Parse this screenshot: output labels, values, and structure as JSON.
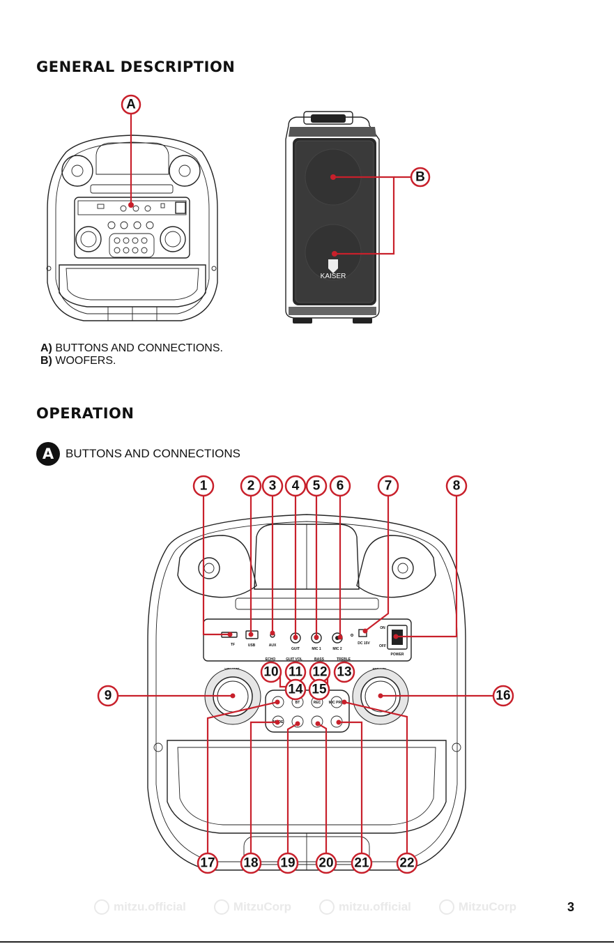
{
  "general": {
    "title": "GENERAL DESCRIPTION",
    "callout_a": "A",
    "callout_b": "B",
    "brand": "KAISER",
    "legend": [
      {
        "key": "A)",
        "text": "BUTTONS AND CONNECTIONS."
      },
      {
        "key": "B)",
        "text": "WOOFERS."
      }
    ]
  },
  "operation": {
    "title": "OPERATION",
    "section_badge": "A",
    "section_label": "BUTTONS AND CONNECTIONS",
    "callouts": [
      "1",
      "2",
      "3",
      "4",
      "5",
      "6",
      "7",
      "8",
      "9",
      "10",
      "11",
      "12",
      "13",
      "14",
      "15",
      "16",
      "17",
      "18",
      "19",
      "20",
      "21",
      "22"
    ],
    "panel_labels": {
      "tf": "TF",
      "usb": "USB",
      "aux": "AUX",
      "guit": "GUIT",
      "mic1": "MIC 1",
      "mic2": "MIC 2",
      "dc": "DC 15V",
      "power": "POWER",
      "on": "ON",
      "off": "OFF",
      "volume": "VOLUME",
      "echo": "ECHO",
      "guit_vol": "GUIT VOL",
      "bass": "BASS",
      "treble": "TREBLE",
      "mic_vol": "MIC VOL",
      "bt": "BT",
      "rec": "REC",
      "mic_prio": "MIC PRIO",
      "mode": "MODE"
    }
  },
  "footer": {
    "watermarks": [
      "mitzu.official",
      "MitzuCorp",
      "mitzu.official",
      "MitzuCorp"
    ],
    "page_number": "3"
  },
  "colors": {
    "accent": "#c8202b",
    "ink": "#111111"
  }
}
